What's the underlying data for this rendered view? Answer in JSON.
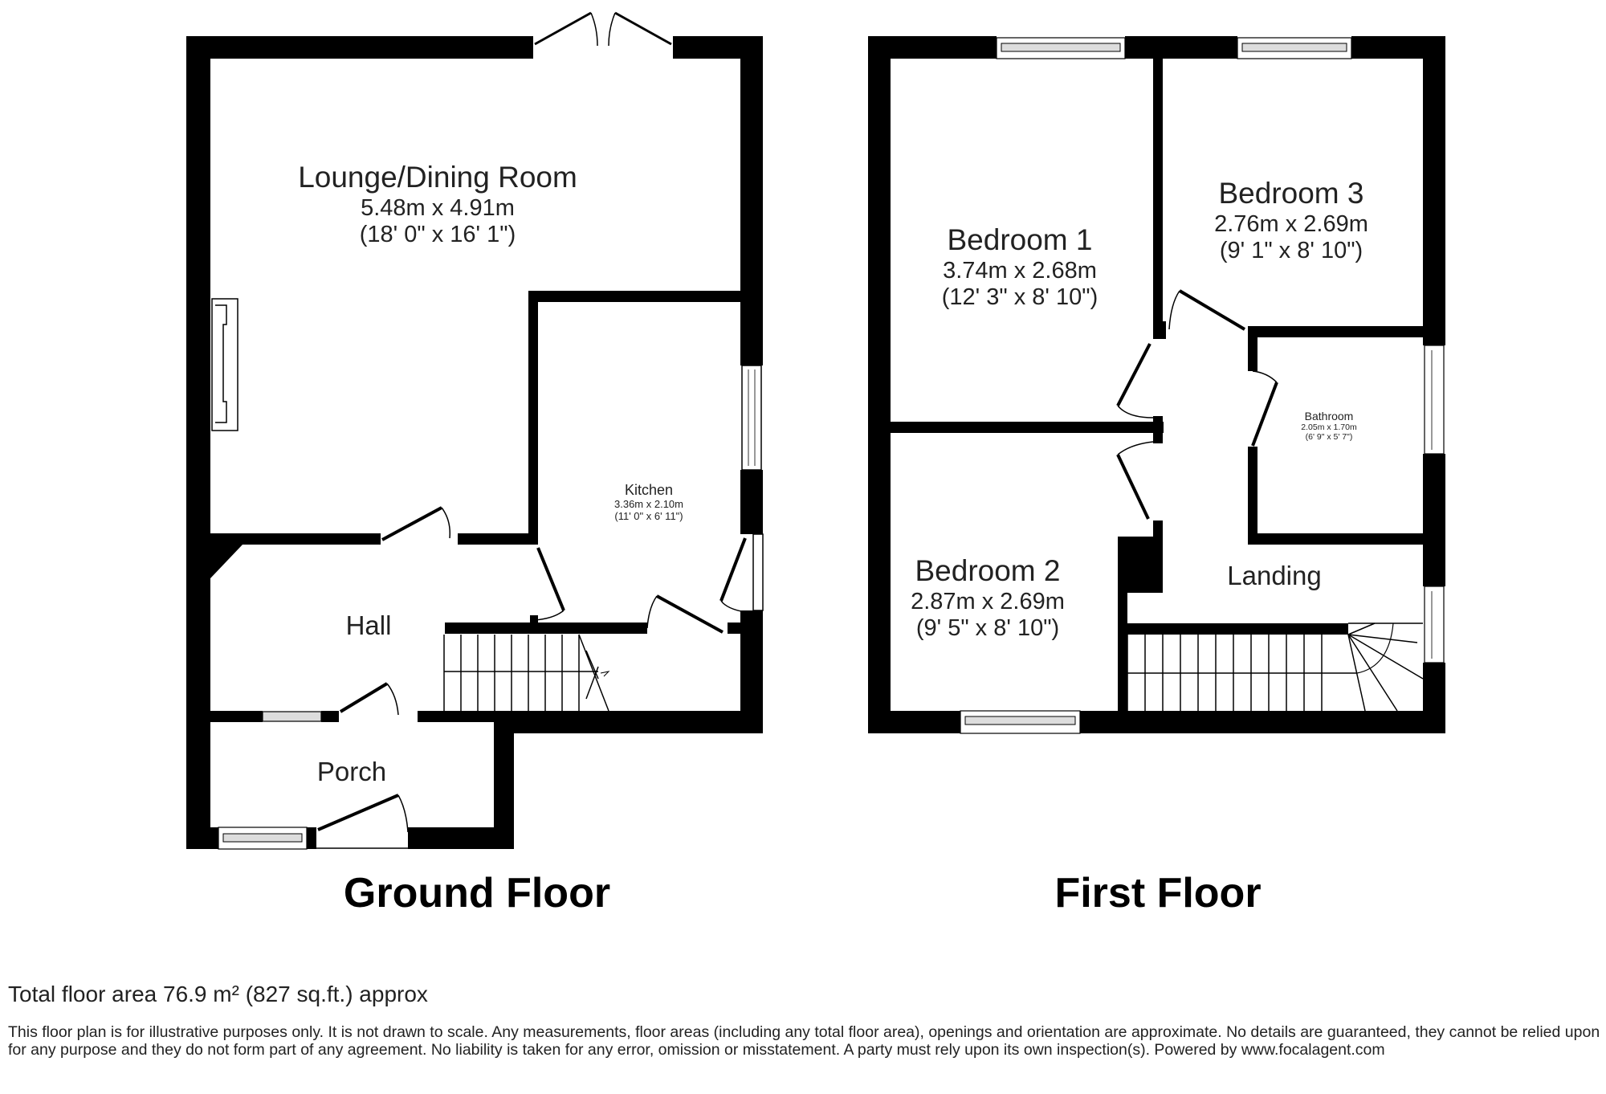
{
  "ground_floor": {
    "title": "Ground Floor",
    "rooms": [
      {
        "name": "Lounge/Dining Room",
        "metric": "5.48m x 4.91m",
        "imperial": "(18' 0\" x 16' 1\")"
      },
      {
        "name": "Kitchen",
        "metric": "3.36m x 2.10m",
        "imperial": "(11' 0\" x 6' 11\")"
      },
      {
        "name": "Hall"
      },
      {
        "name": "Porch"
      }
    ]
  },
  "first_floor": {
    "title": "First Floor",
    "rooms": [
      {
        "name": "Bedroom 1",
        "metric": "3.74m x 2.68m",
        "imperial": "(12' 3\" x 8' 10\")"
      },
      {
        "name": "Bedroom 3",
        "metric": "2.76m x 2.69m",
        "imperial": "(9' 1\" x 8' 10\")"
      },
      {
        "name": "Bathroom",
        "metric": "2.05m x 1.70m",
        "imperial": "(6' 9\" x 5' 7\")"
      },
      {
        "name": "Bedroom 2",
        "metric": "2.87m x 2.69m",
        "imperial": "(9' 5\" x 8' 10\")"
      },
      {
        "name": "Landing"
      }
    ]
  },
  "footer": {
    "total_area": "Total floor area 76.9 m² (827 sq.ft.) approx",
    "disclaimer": "This floor plan is for illustrative purposes only. It is not drawn to scale. Any measurements, floor areas (including any total floor area), openings and orientation are approximate. No details are guaranteed, they cannot be relied upon for any purpose and they do not form part of any agreement. No liability is taken for any error, omission or misstatement. A party must rely upon its own inspection(s). Powered by www.focalagent.com"
  },
  "colors": {
    "wall": "#000000",
    "window": "#c8c8c8",
    "background": "#ffffff",
    "text": "#222222"
  }
}
